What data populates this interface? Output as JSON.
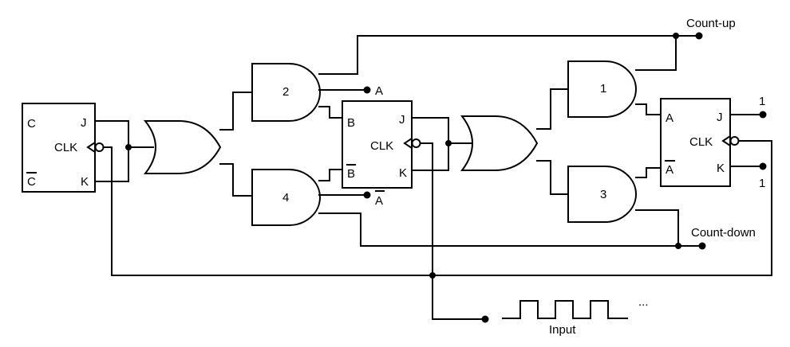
{
  "flipflops": {
    "ff1": {
      "c": "C",
      "cbar": "C",
      "j": "J",
      "k": "K",
      "clk": "CLK"
    },
    "ff2": {
      "b": "B",
      "bbar": "B",
      "j": "J",
      "k": "K",
      "clk": "CLK"
    },
    "ff3": {
      "a": "A",
      "abar": "A",
      "j": "J",
      "k": "K",
      "clk": "CLK"
    }
  },
  "gates": {
    "g1": "1",
    "g2": "2",
    "g3": "3",
    "g4": "4"
  },
  "outputs": {
    "a": "A",
    "abar": "A"
  },
  "controls": {
    "count_up": "Count-up",
    "count_down": "Count-down"
  },
  "ff3_inputs": {
    "j_value": "1",
    "k_value": "1"
  },
  "input": {
    "label": "Input",
    "ellipsis": "..."
  },
  "colors": {
    "wire": "#000000",
    "background": "#ffffff"
  }
}
